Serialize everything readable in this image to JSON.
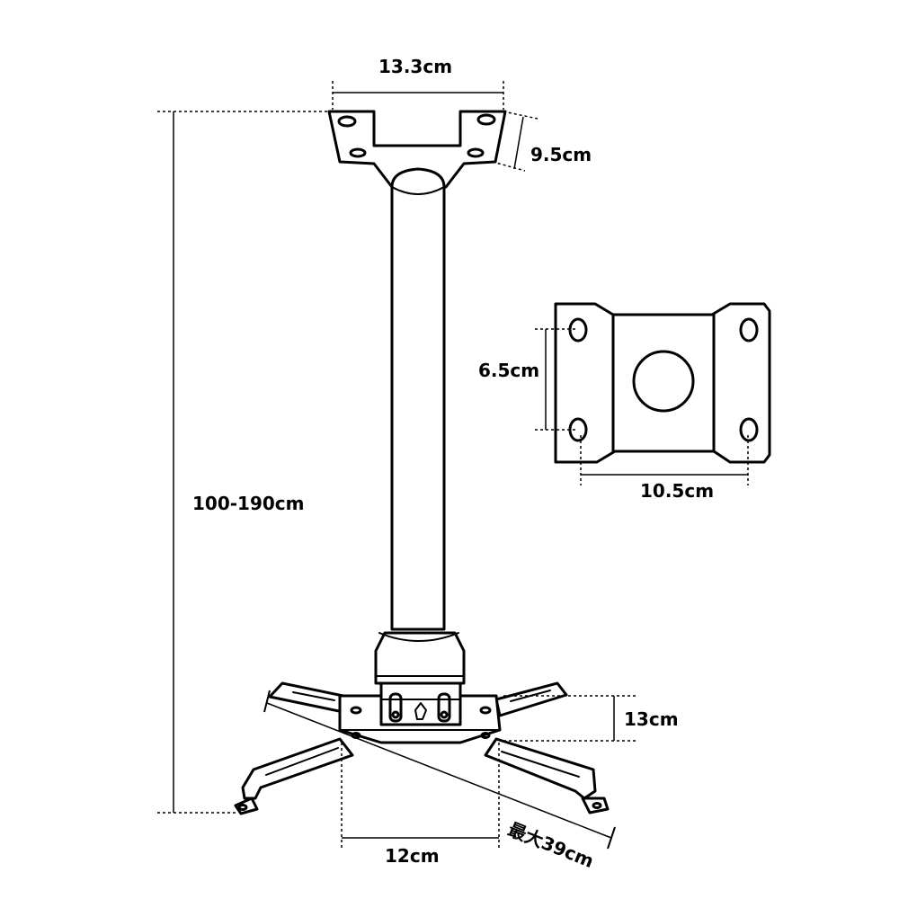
{
  "diagram": {
    "labels": {
      "top_width": "13.3cm",
      "top_depth": "9.5cm",
      "height_range": "100-190cm",
      "plate_hole_spacing_v": "6.5cm",
      "plate_hole_spacing_h": "10.5cm",
      "bottom_bracket_height": "13cm",
      "bottom_width": "12cm",
      "max_span": "最大39cm"
    },
    "colors": {
      "line": "#000000",
      "background": "#ffffff"
    }
  }
}
